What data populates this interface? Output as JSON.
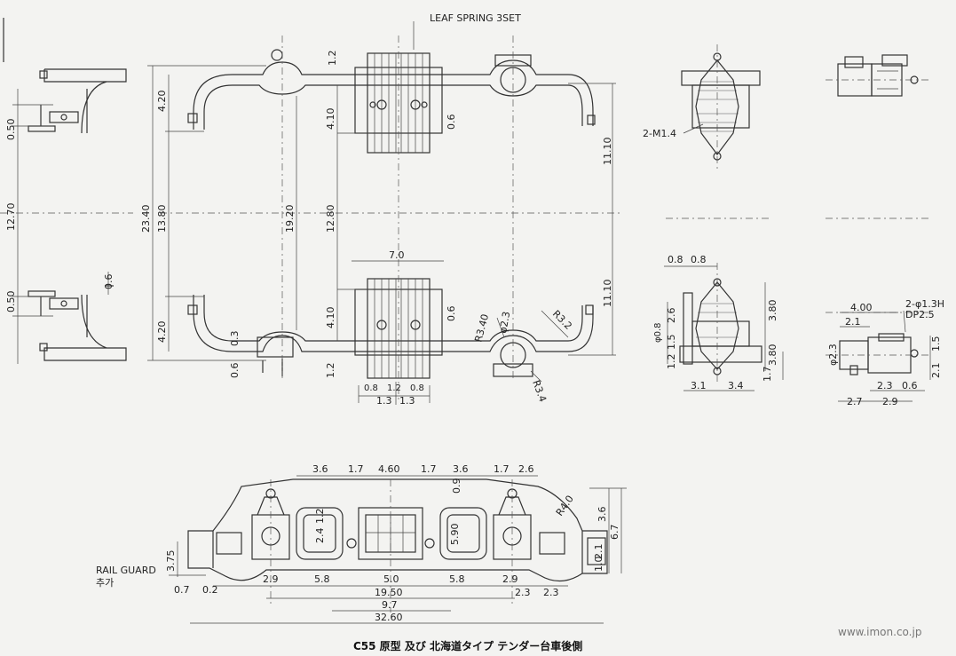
{
  "title": "C55 原型 及び 北海道タイプ テンダー台車後側",
  "watermark": "www.imon.co.jp",
  "callouts": {
    "leaf_spring": "LEAF SPRING 3SET",
    "m14": "2-M1.4",
    "hole": "2-φ1.3H",
    "dp": "DP2.5",
    "rail_guard": "RAIL GUARD",
    "rail_guard_jp": "추가"
  },
  "dims": {
    "d_050a": "0.50",
    "d_1270": "12.70",
    "d_050b": "0.50",
    "d_06l": "0.6",
    "d_2340": "23.40",
    "d_420a": "4.20",
    "d_1380": "13.80",
    "d_420b": "4.20",
    "d_1920": "19.20",
    "d_410a": "4.10",
    "d_1280": "12.80",
    "d_410b": "4.10",
    "d_12a": "1.2",
    "d_06a": "0.6",
    "d_06b": "0.6",
    "d_03": "0.3",
    "d_06c": "0.6",
    "d_12b": "1.2",
    "d_1110a": "11.10",
    "d_1110b": "11.10",
    "d_70": "7.0",
    "d_08a": "0.8",
    "d_12c": "1.2",
    "d_08b": "0.8",
    "d_13a": "1.3",
    "d_13b": "1.3",
    "d_r340": "R3.40",
    "d_phi23": "φ2.3",
    "d_r32": "R3.2",
    "d_r34": "R3.4",
    "s_08a": "0.8",
    "s_08b": "0.8",
    "s_26": "2.6",
    "s_15": "1.5",
    "s_phi08": "φ0.8",
    "s_12": "1.2",
    "s_380a": "3.80",
    "s_380b": "3.80",
    "s_17": "1.7",
    "s_31": "3.1",
    "s_34": "3.4",
    "b_400": "4.00",
    "b_21": "2.1",
    "b_phi23": "φ2.3",
    "b_15": "1.5",
    "b_21b": "2.1",
    "b_23": "2.3",
    "b_06": "0.6",
    "b_27": "2.7",
    "b_29": "2.9",
    "e_36a": "3.6",
    "e_17a": "1.7",
    "e_460": "4.60",
    "e_17b": "1.7",
    "e_36b": "3.6",
    "e_17c": "1.7",
    "e_26": "2.6",
    "e_09": "0.9",
    "e_r40": "R4.0",
    "e_36c": "3.6",
    "e_67": "6.7",
    "e_21": "2.1",
    "e_10": "1.0",
    "e_375": "3.75",
    "e_24": "2.4",
    "e_12": "1.2",
    "e_590": "5.90",
    "e_07": "0.7",
    "e_02": "0.2",
    "e_29a": "2.9",
    "e_58a": "5.8",
    "e_50": "5.0",
    "e_58b": "5.8",
    "e_29b": "2.9",
    "e_23a": "2.3",
    "e_23b": "2.3",
    "e_1950": "19.50",
    "e_97": "9.7",
    "e_3260": "32.60"
  }
}
